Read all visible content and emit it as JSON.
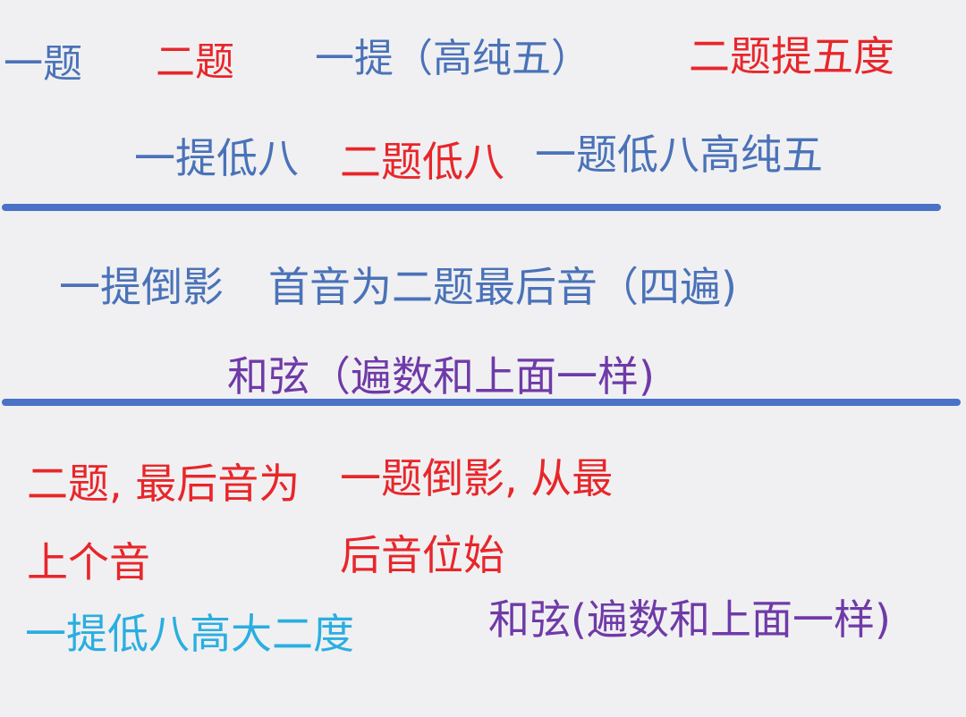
{
  "colors": {
    "blue": "#4a72b8",
    "red": "#e8262a",
    "purple": "#6f3aa8",
    "cyan": "#2aaee0",
    "rule": "#4a72c6",
    "background": "#f0f0f2"
  },
  "section1": {
    "row1": {
      "item1": "一题",
      "item2": "二题",
      "item3": "一提（高纯五）",
      "item4": "二题提五度"
    },
    "row2": {
      "item1": "一提低八",
      "item2": "二题低八",
      "item3": "一题低八高纯五"
    }
  },
  "section2": {
    "row1": {
      "item1": "一提倒影",
      "item2": "首音为二题最后音（四遍)"
    },
    "row2": {
      "item1": "和弦（遍数和上面一样)"
    }
  },
  "section3": {
    "line1": {
      "item1": "二题, 最后音为",
      "item2": "一题倒影, 从最"
    },
    "line2": {
      "item1": "上个音",
      "item2": "后音位始"
    },
    "line3": {
      "item1": "一提低八高大二度",
      "item2": "和弦(遍数和上面一样)"
    }
  }
}
